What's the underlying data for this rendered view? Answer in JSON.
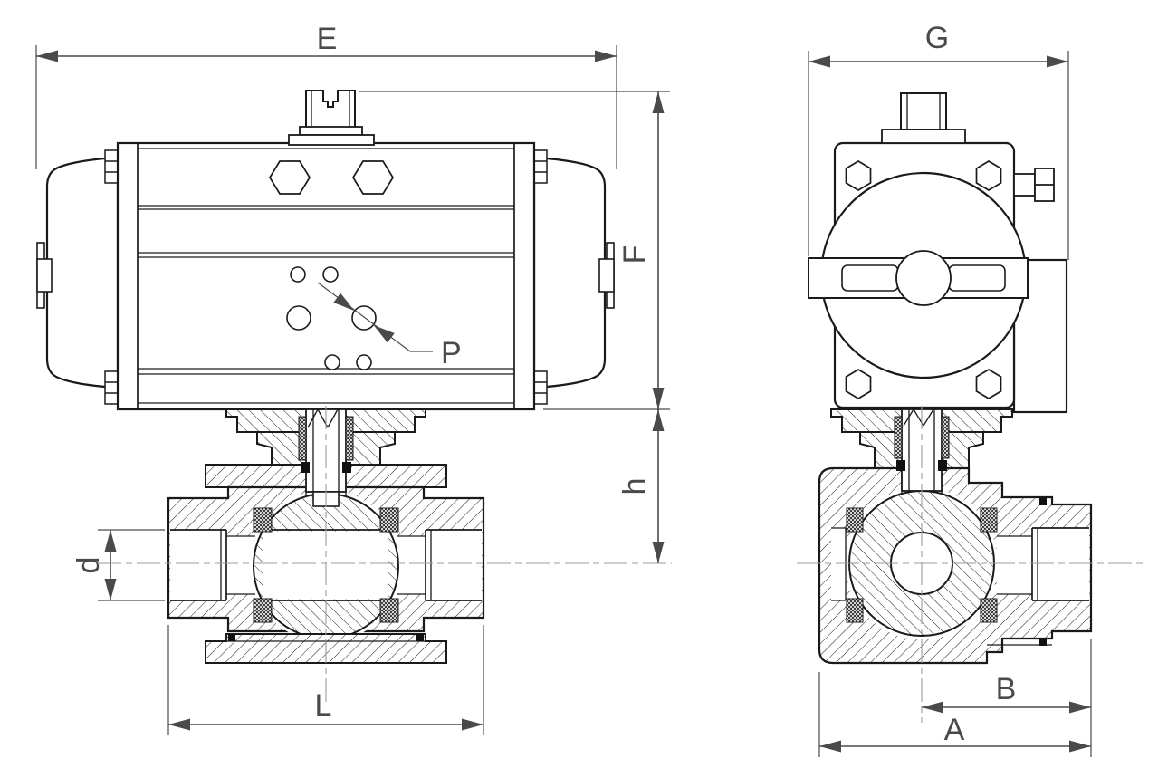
{
  "drawing": {
    "labels": {
      "E": "E",
      "F": "F",
      "G": "G",
      "P": "P",
      "h": "h",
      "d": "d",
      "L": "L",
      "B": "B",
      "A": "A"
    },
    "colors": {
      "line": "#1a1a1a",
      "dimension": "#4a4a4a",
      "centerline": "#9b9b9b",
      "background": "#ffffff",
      "seal": "#111111"
    }
  }
}
